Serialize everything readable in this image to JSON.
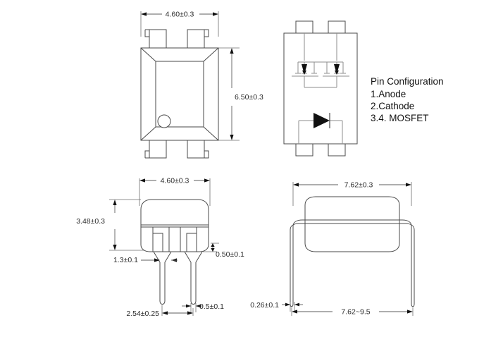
{
  "document": {
    "type": "mechanical-package-outline-drawing",
    "units": "mm",
    "background_color": "#ffffff",
    "line_color": "#4a4a4a",
    "text_color": "#1a1a1a"
  },
  "views": {
    "top_view": {
      "name": "top-view",
      "dimensions": {
        "width_label": "4.60±0.3",
        "height_label": "6.50±0.3"
      },
      "features": {
        "pin_count": 4,
        "polarity_mark": "circle"
      }
    },
    "schematic_view": {
      "name": "internal-schematic-view",
      "components": {
        "mosfet_count": 2,
        "diode_count": 1
      }
    },
    "front_view": {
      "name": "front-side-view",
      "dimensions": {
        "width_label": "4.60±0.3",
        "body_height_label": "3.48±0.3",
        "lead_width_label": "1.3±0.1",
        "standoff_label": "0.50±0.1",
        "lead_pitch_label": "2.54±0.25",
        "lead_thickness_label": "0.5±0.1"
      }
    },
    "side_view": {
      "name": "side-lead-form-view",
      "dimensions": {
        "body_span_label": "7.62±0.3",
        "lead_thickness_label": "0.26±0.1",
        "lead_span_label": "7.62~9.5"
      }
    }
  },
  "legend": {
    "title": "Pin Configuration",
    "items": [
      "1.Anode",
      "2.Cathode",
      "3.4. MOSFET"
    ]
  }
}
